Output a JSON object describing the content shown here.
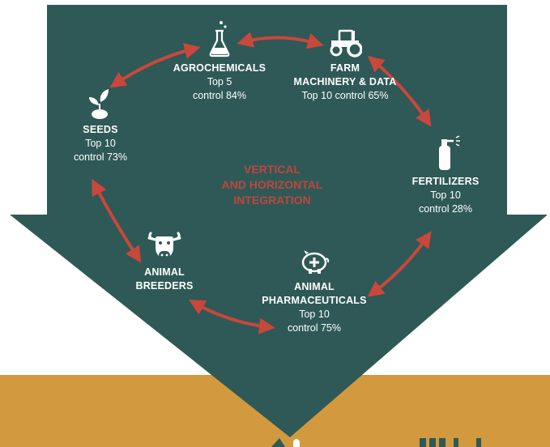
{
  "colors": {
    "arrow_fill": "#2e5956",
    "band": "#d3993f",
    "connector": "#c9473c",
    "text": "#ffffff"
  },
  "center": {
    "line1": "VERTICAL",
    "line2": "AND HORIZONTAL",
    "line3": "INTEGRATION"
  },
  "nodes": {
    "agrochemicals": {
      "icon": "flask-icon",
      "title": "AGROCHEMICALS",
      "sub1": "Top 5",
      "sub2": "control 84%"
    },
    "farm_machinery": {
      "icon": "tractor-icon",
      "title1": "FARM",
      "title2": "MACHINERY & DATA",
      "sub1": "Top 10 control 65%"
    },
    "fertilizers": {
      "icon": "spray-bottle-icon",
      "title": "FERTILIZERS",
      "sub1": "Top 10",
      "sub2": "control 28%"
    },
    "animal_pharma": {
      "icon": "piggy-medical-icon",
      "title1": "ANIMAL",
      "title2": "PHARMACEUTICALS",
      "sub1": "Top 10",
      "sub2": "control 75%"
    },
    "animal_breeders": {
      "icon": "cow-icon",
      "title1": "ANIMAL",
      "title2": "BREEDERS"
    },
    "seeds": {
      "icon": "seedling-icon",
      "title": "SEEDS",
      "sub1": "Top 10",
      "sub2": "control 73%"
    }
  }
}
